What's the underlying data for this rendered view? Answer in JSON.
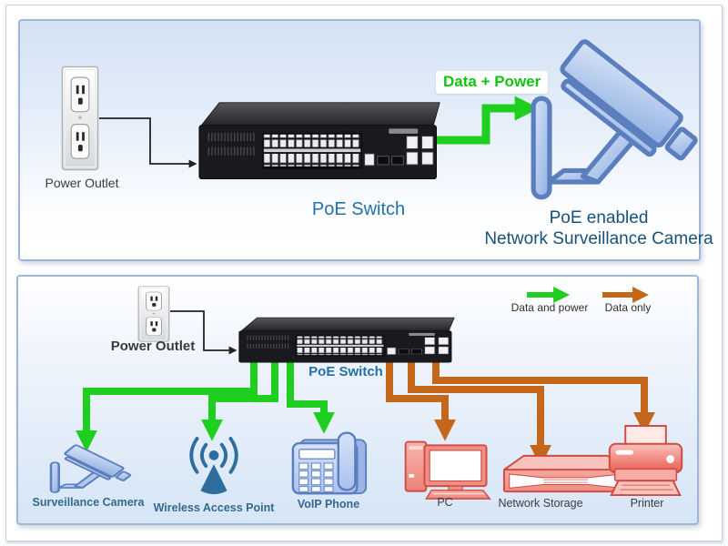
{
  "top_panel": {
    "power_outlet_label": "Power Outlet",
    "switch_label": "PoE Switch",
    "flow_label": "Data + Power",
    "camera_caption_line1": "PoE enabled",
    "camera_caption_line2": "Network Surveillance Camera",
    "icons": [
      "power-outlet-icon",
      "poe-switch-icon",
      "surveillance-camera-icon"
    ]
  },
  "bottom_panel": {
    "power_outlet_label": "Power Outlet",
    "switch_label": "PoE Switch",
    "legend": {
      "data_and_power_label": "Data and power",
      "data_only_label": "Data only"
    },
    "powered_devices": [
      {
        "label": "Surveillance Camera",
        "icon": "surveillance-camera-icon"
      },
      {
        "label": "Wireless Access Point",
        "icon": "wireless-access-point-icon"
      },
      {
        "label": "VoIP Phone",
        "icon": "voip-phone-icon"
      }
    ],
    "data_only_devices": [
      {
        "label": "PC",
        "icon": "pc-icon"
      },
      {
        "label": "Network Storage",
        "icon": "network-storage-icon"
      },
      {
        "label": "Printer",
        "icon": "printer-icon"
      }
    ]
  },
  "colors": {
    "data_and_power_green": "#1fcf1f",
    "data_only_orange": "#c5671a",
    "switch_label_blue": "#2471a8",
    "camera_caption_navy": "#185278",
    "powered_device_label_blue": "#35688f",
    "data_device_label_gray": "#3c3c3c",
    "panel_border_blue": "#9fb6d9"
  }
}
